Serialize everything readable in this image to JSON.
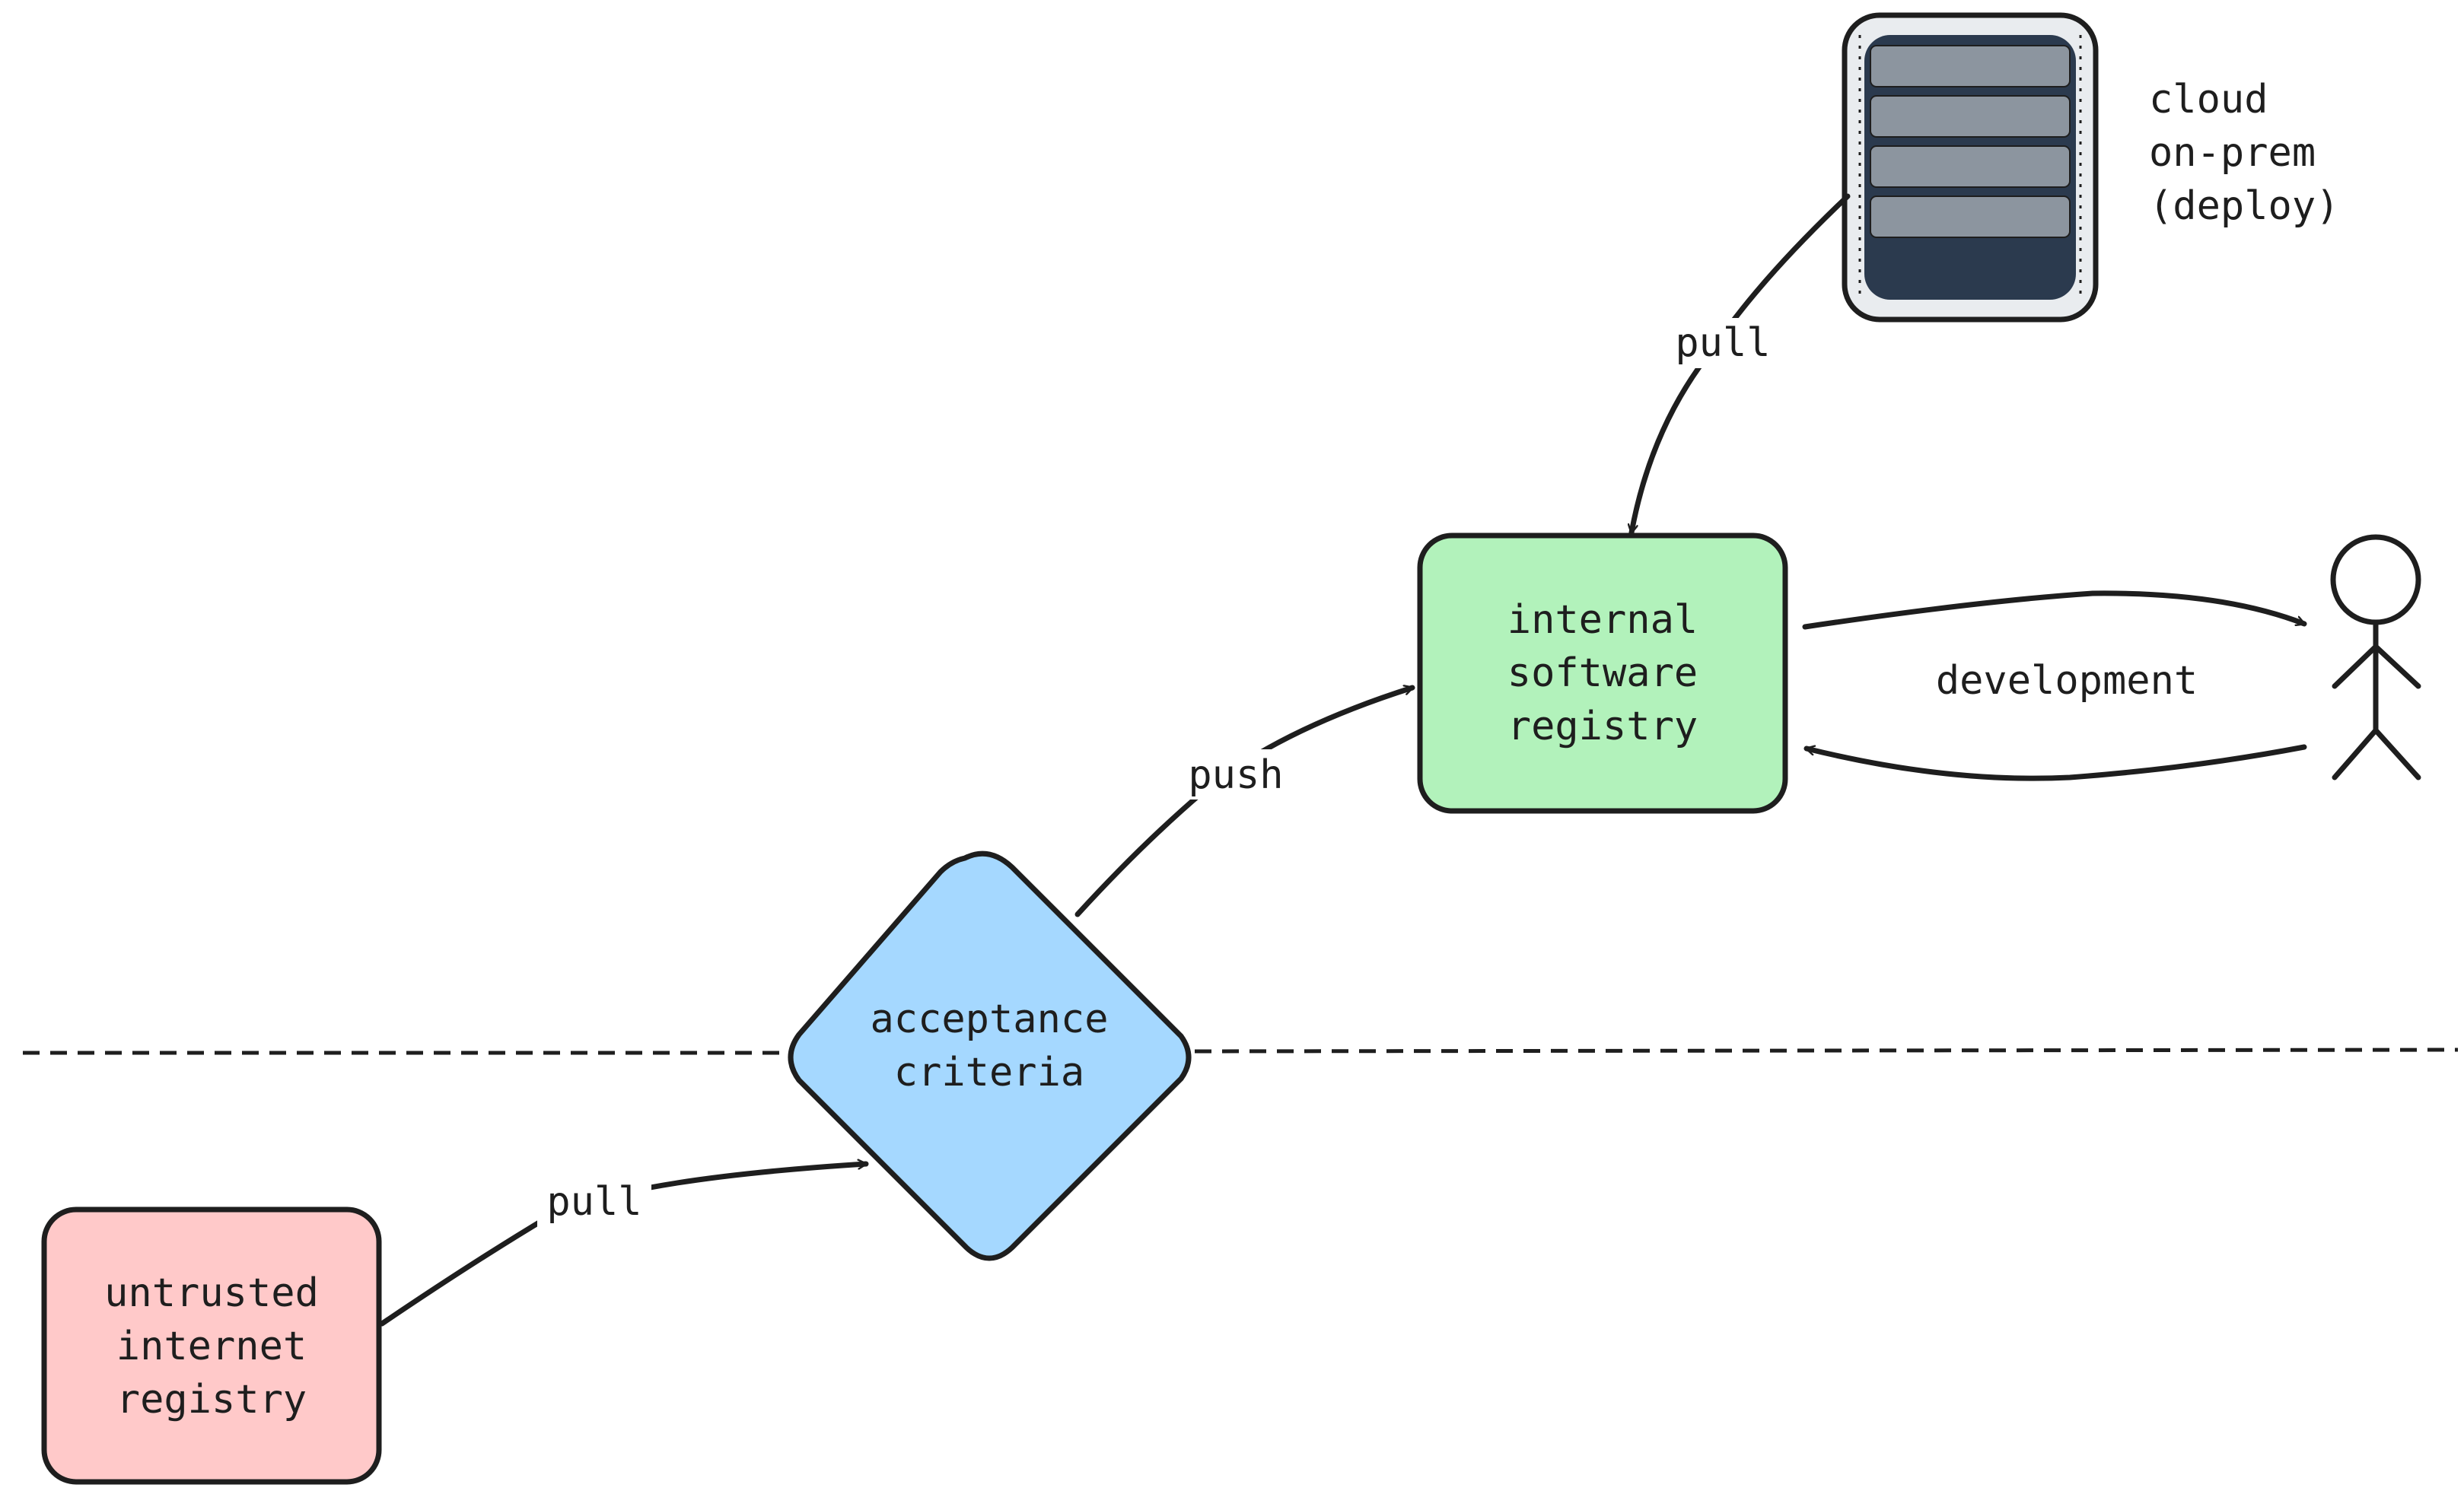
{
  "nodes": {
    "untrusted": {
      "lines": [
        "untrusted",
        "internet",
        "registry"
      ],
      "fill": "#ffc9c9"
    },
    "acceptance": {
      "lines": [
        "acceptance",
        "criteria"
      ],
      "fill": "#a5d8ff"
    },
    "internal": {
      "lines": [
        "internal",
        "software",
        "registry"
      ],
      "fill": "#b2f2bb"
    }
  },
  "server": {
    "icon": "server-rack-icon",
    "lines": [
      "cloud",
      "on-prem",
      "(deploy)"
    ],
    "colors": {
      "frame": "#e9ecef",
      "body": "#2b3a4e",
      "slot": "#8c959f"
    }
  },
  "developer": {
    "icon": "stick-figure-icon"
  },
  "edges": {
    "pull_in": "pull",
    "push": "push",
    "pull_deploy": "pull",
    "development": "development"
  }
}
